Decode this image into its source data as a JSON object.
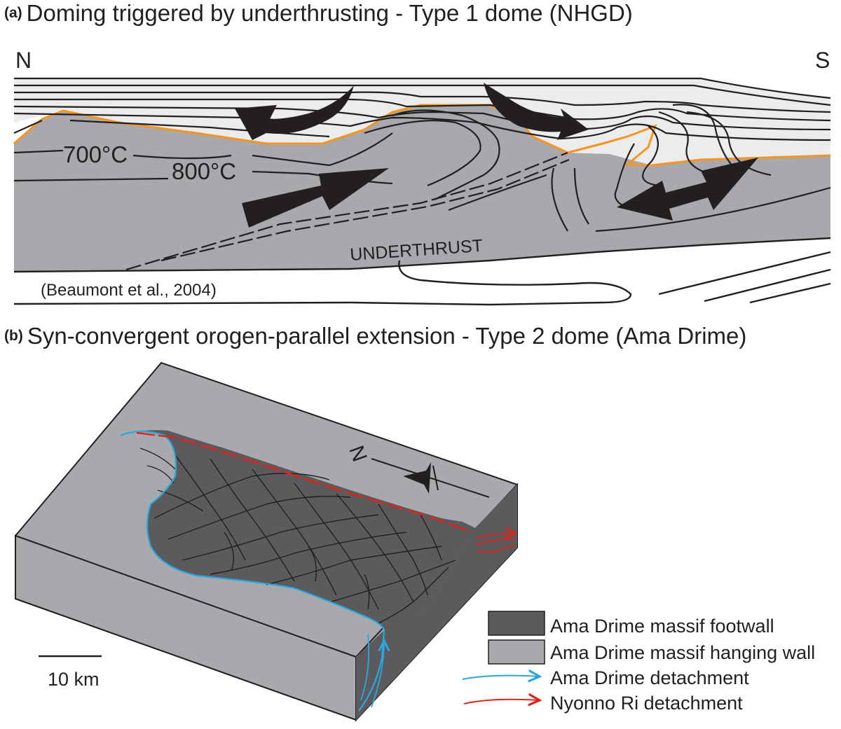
{
  "panel_a": {
    "tag": "(a)",
    "title": "Doming triggered by underthrusting - Type 1 dome (NHGD)",
    "north_label": "N",
    "south_label": "S",
    "isotherm_700": "700°C",
    "isotherm_800": "800°C",
    "underthrust_label": "UNDERTHRUST",
    "citation": "(Beaumont et al., 2004)"
  },
  "panel_b": {
    "tag": "(b)",
    "title": "Syn-convergent orogen-parallel extension - Type 2 dome (Ama Drime)",
    "north_arrow_label": "N",
    "scale_label": "10 km",
    "legend": [
      {
        "label": "Ama Drime massif footwall",
        "color": "#5b5b5d"
      },
      {
        "label": "Ama Drime massif hanging wall",
        "color": "#a8a9ad"
      },
      {
        "label": "Ama Drime detachment",
        "color": "#2aa7e0"
      },
      {
        "label": "Nyonno Ri detachment",
        "color": "#e2231a"
      }
    ]
  },
  "colors": {
    "grey_fill": "#a8a9ad",
    "dark_fill": "#5b5b5d",
    "light_fill": "#ececec",
    "orange_line": "#f7941d",
    "blue_line": "#2aa7e0",
    "red_line": "#e2231a",
    "ink": "#231f20"
  }
}
